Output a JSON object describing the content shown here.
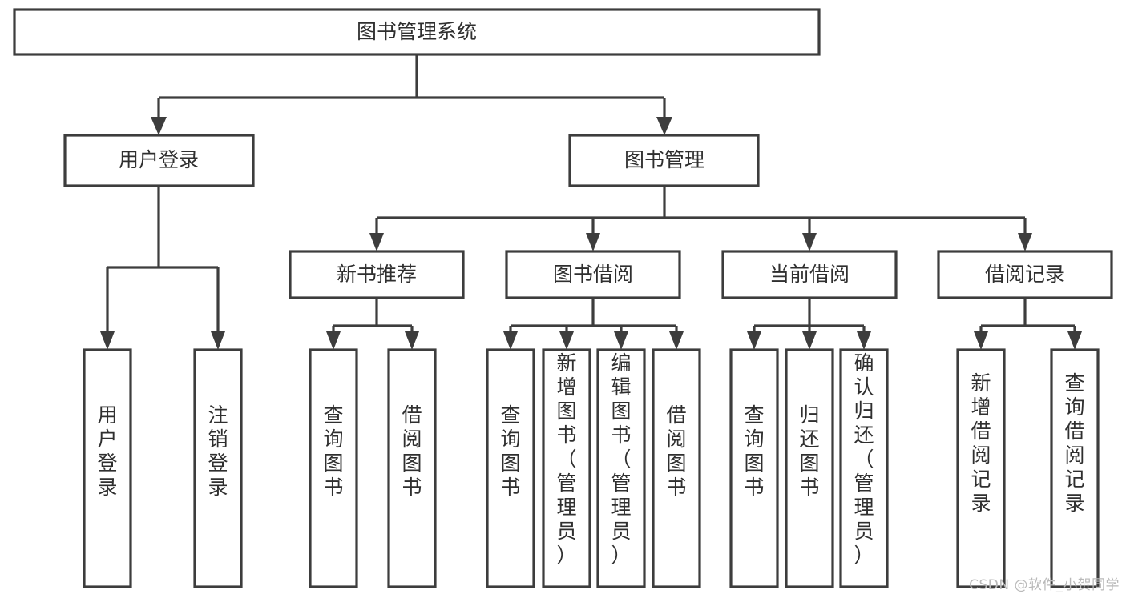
{
  "diagram": {
    "type": "tree",
    "title_node": {
      "label": "图书管理系统"
    },
    "watermark": "CSDN @软件_小贺同学",
    "colors": {
      "stroke": "#3d3d3d",
      "fill": "#ffffff",
      "text": "#2f2f2f",
      "watermark": "#b9b9b9",
      "background": "#ffffff"
    },
    "level2": [
      {
        "label": "用户登录"
      },
      {
        "label": "图书管理"
      }
    ],
    "level3": [
      {
        "label": "新书推荐"
      },
      {
        "label": "图书借阅"
      },
      {
        "label": "当前借阅"
      },
      {
        "label": "借阅记录"
      }
    ],
    "leaves": {
      "user_login": [
        {
          "label": "用户登录"
        },
        {
          "label": "注销登录"
        }
      ],
      "new_book": [
        {
          "label": "查询图书"
        },
        {
          "label": "借阅图书"
        }
      ],
      "book_borrow": [
        {
          "label": "查询图书"
        },
        {
          "label": "新增图书（管理员）"
        },
        {
          "label": "编辑图书（管理员）"
        },
        {
          "label": "借阅图书"
        }
      ],
      "current_borrow": [
        {
          "label": "查询图书"
        },
        {
          "label": "归还图书"
        },
        {
          "label": "确认归还（管理员）"
        }
      ],
      "borrow_record": [
        {
          "label": "新增借阅记录"
        },
        {
          "label": "查询借阅记录"
        }
      ]
    }
  }
}
